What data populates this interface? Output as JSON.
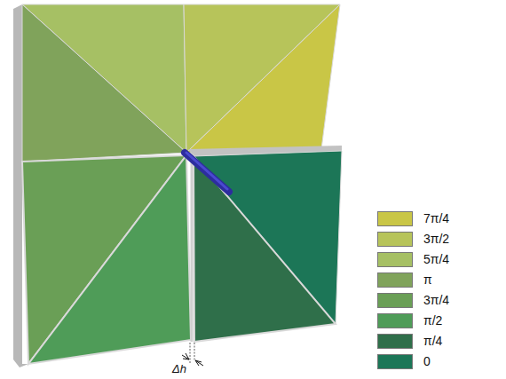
{
  "diagram": {
    "labels": [
      "Δh"
    ],
    "legend": [
      {
        "text": "7π/4",
        "color": "#c9c646"
      },
      {
        "text": "3π/2",
        "color": "#b7c45a"
      },
      {
        "text": "5π/4",
        "color": "#a6c064"
      },
      {
        "text": "π",
        "color": "#80a35b"
      },
      {
        "text": "3π/4",
        "color": "#6a9f56"
      },
      {
        "text": "π/2",
        "color": "#4f9c58"
      },
      {
        "text": "π/4",
        "color": "#2f6f4a"
      },
      {
        "text": "0",
        "color": "#1c7657"
      }
    ]
  }
}
